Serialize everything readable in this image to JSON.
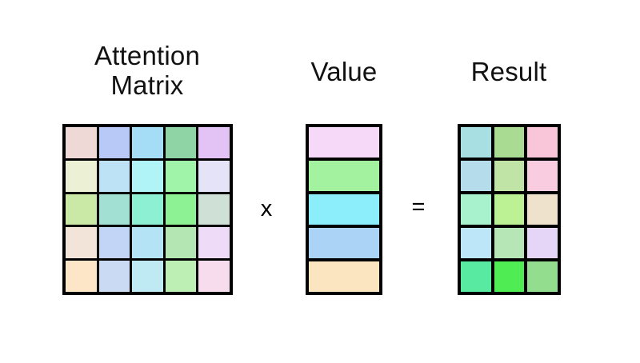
{
  "diagram": {
    "title_attention": "Attention\nMatrix",
    "title_value": "Value",
    "title_result": "Result",
    "operator_multiply": "x",
    "operator_equals": "=",
    "background_color": "#ffffff",
    "grid_line_color": "#000000",
    "text_color": "#111111"
  },
  "attention_matrix": {
    "rows": 5,
    "cols": 5,
    "cells": [
      [
        "#efd9d6",
        "#b9c9f7",
        "#a5dcf6",
        "#8ed4a4",
        "#e3c2f6"
      ],
      [
        "#ecf0d4",
        "#bde1f5",
        "#b1f4f7",
        "#9ff4a9",
        "#e5e3f7"
      ],
      [
        "#cbe9a6",
        "#a1e0d2",
        "#8ef0d2",
        "#8cf294",
        "#cfe0d7"
      ],
      [
        "#f2e4d9",
        "#c3d5f6",
        "#b5e3f6",
        "#b3e6b3",
        "#eedbf7"
      ],
      [
        "#fce6c7",
        "#cbdaf3",
        "#bfeaf4",
        "#bdeeb3",
        "#f7dced"
      ]
    ]
  },
  "value_matrix": {
    "rows": 5,
    "cols": 1,
    "cells": [
      [
        "#f6d9f8"
      ],
      [
        "#a2f2a0"
      ],
      [
        "#8ceefb"
      ],
      [
        "#abd3f6"
      ],
      [
        "#fbe5c0"
      ]
    ]
  },
  "result_matrix": {
    "rows": 5,
    "cols": 3,
    "cells": [
      [
        "#a8dfe2",
        "#a9dc92",
        "#f9c5d9"
      ],
      [
        "#b5dcea",
        "#c0e3a6",
        "#f9ccdf"
      ],
      [
        "#a8f2cd",
        "#bcf294",
        "#eee2cc"
      ],
      [
        "#bee6f9",
        "#b7e6b6",
        "#e5d6f8"
      ],
      [
        "#58eaa1",
        "#50ec54",
        "#93dd8f"
      ]
    ]
  }
}
